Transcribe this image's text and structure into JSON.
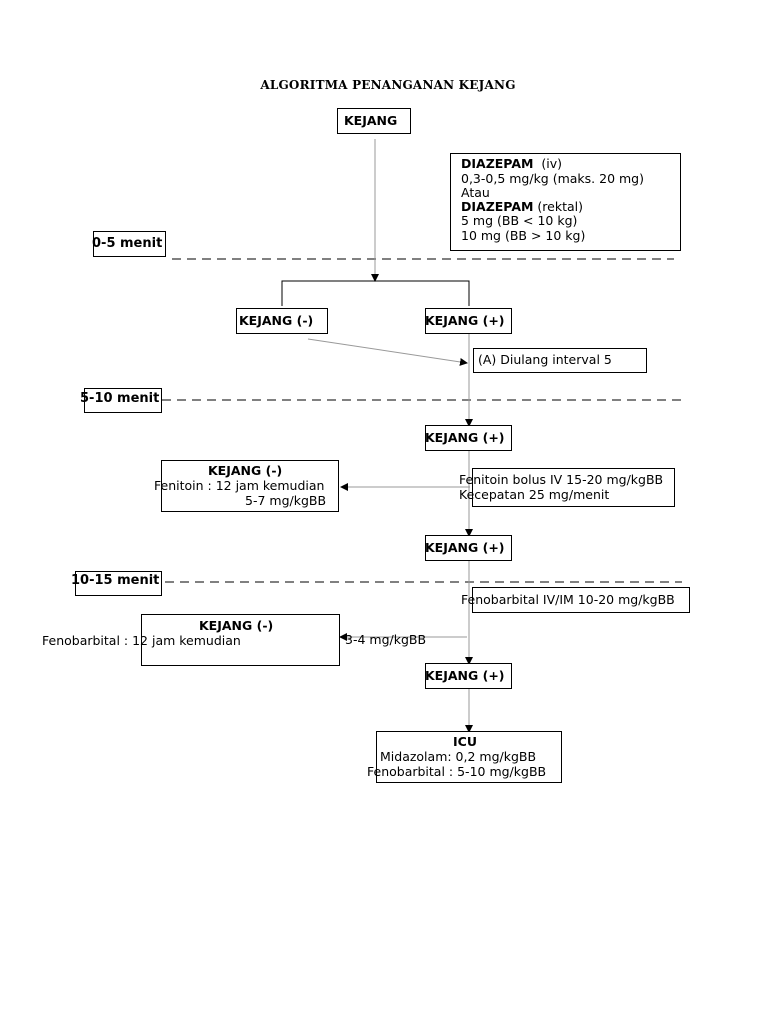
{
  "title": "ALGORITMA PENANGANAN KEJANG",
  "nodes": {
    "start": "KEJANG",
    "diazepam": {
      "drug1": "DIAZEPAM",
      "route1": "(iv)",
      "dose1": "0,3-0,5 mg/kg (maks. 20 mg)",
      "or": "Atau",
      "drug2": "DIAZEPAM",
      "route2": "(rektal)",
      "dose2a": "5 mg (BB < 10 kg)",
      "dose2b": "10 mg (BB > 10 kg)"
    },
    "neg1": "KEJANG (-)",
    "pos1": "KEJANG (+)",
    "repeat": "(A) Diulang interval 5",
    "pos2": "KEJANG (+)",
    "neg2": {
      "title": "KEJANG (-)",
      "line1": "Fenitoin : 12 jam kemudian",
      "line2": "5-7 mg/kgBB"
    },
    "fenitoin": {
      "line1": "Fenitoin bolus IV 15-20 mg/kgBB",
      "line2": "Kecepatan 25 mg/menit"
    },
    "pos3": "KEJANG (+)",
    "fenobarbital": "Fenobarbital IV/IM 10-20 mg/kgBB",
    "neg3": {
      "title": "KEJANG (-)",
      "line1": "Fenobarbital : 12 jam kemudian",
      "dose": "3-4 mg/kgBB"
    },
    "pos4": "KEJANG (+)",
    "icu": {
      "title": "ICU",
      "line1": "Midazolam: 0,2 mg/kgBB",
      "line2": "Fenobarbital : 5-10 mg/kgBB"
    }
  },
  "time_labels": [
    "0-5 menit",
    "5-10 menit",
    "10-15 menit"
  ]
}
